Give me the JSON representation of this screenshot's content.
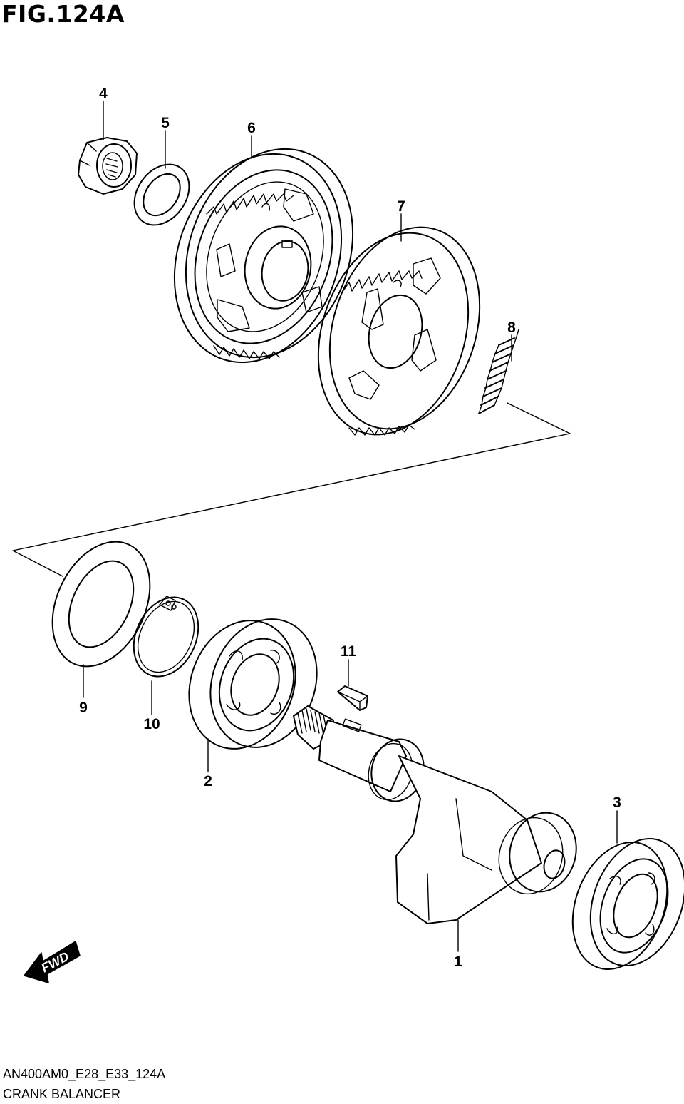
{
  "figure": {
    "title": "FIG.124A",
    "code": "AN400AM0_E28_E33_124A",
    "name": "CRANK BALANCER"
  },
  "fwd_label": "FWD",
  "parts": [
    {
      "ref": "1",
      "part": "balancer-shaft"
    },
    {
      "ref": "2",
      "part": "bearing-left"
    },
    {
      "ref": "3",
      "part": "bearing-right"
    },
    {
      "ref": "4",
      "part": "nut"
    },
    {
      "ref": "5",
      "part": "washer"
    },
    {
      "ref": "6",
      "part": "drive-gear"
    },
    {
      "ref": "7",
      "part": "driven-gear"
    },
    {
      "ref": "8",
      "part": "spring"
    },
    {
      "ref": "9",
      "part": "spacer"
    },
    {
      "ref": "10",
      "part": "circlip"
    },
    {
      "ref": "11",
      "part": "woodruff-key"
    }
  ]
}
